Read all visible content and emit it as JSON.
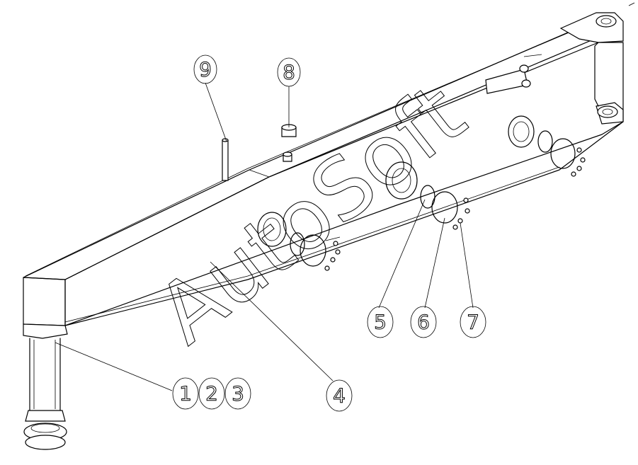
{
  "watermark": "AutoSoft",
  "callouts": [
    {
      "id": "c1",
      "label": "1"
    },
    {
      "id": "c2",
      "label": "2"
    },
    {
      "id": "c3",
      "label": "3"
    },
    {
      "id": "c4",
      "label": "4"
    },
    {
      "id": "c5",
      "label": "5"
    },
    {
      "id": "c6",
      "label": "6"
    },
    {
      "id": "c7",
      "label": "7"
    },
    {
      "id": "c8",
      "label": "8"
    },
    {
      "id": "c9",
      "label": "9"
    }
  ]
}
